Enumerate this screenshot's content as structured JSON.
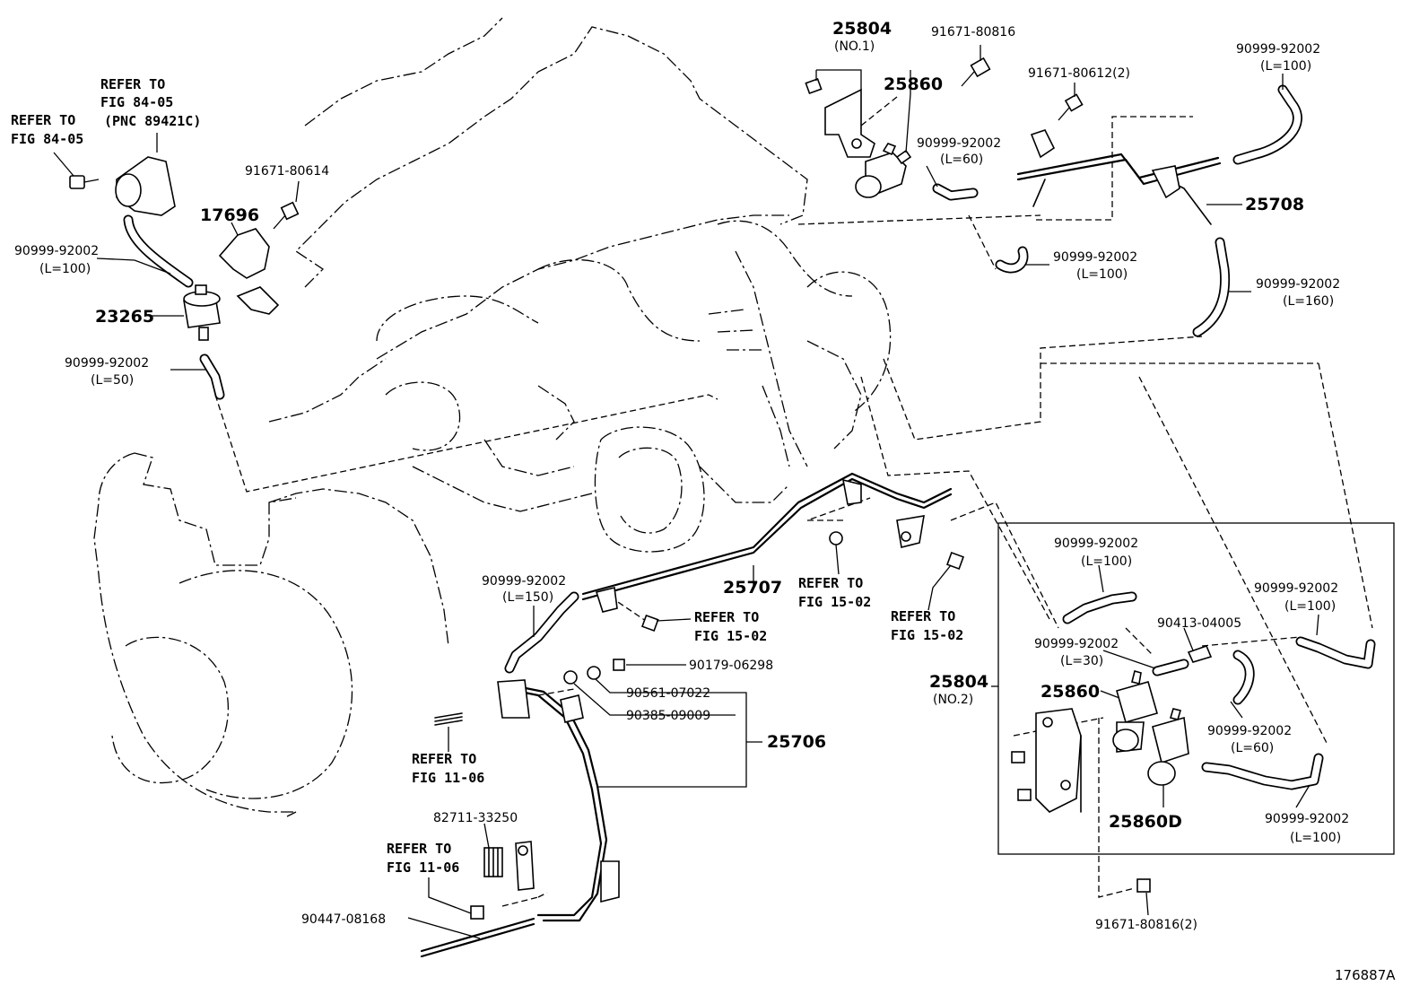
{
  "figure_id": "176887A",
  "labels": {
    "p25804_top": "25804",
    "p25804_top_sub": "(NO.1)",
    "p91671_80816_top": "91671-80816",
    "p91671_80612": "91671-80612(2)",
    "p90999_a": "90999-92002",
    "p90999_a_sub": "(L=100)",
    "p25860_top": "25860",
    "p90999_b": "90999-92002",
    "p90999_b_sub": "(L=60)",
    "p25708": "25708",
    "p90999_c": "90999-92002",
    "p90999_c_sub": "(L=100)",
    "p90999_d": "90999-92002",
    "p90999_d_sub": "(L=160)",
    "refer_84_05_a_1": "REFER TO",
    "refer_84_05_a_2": "FIG 84-05",
    "refer_84_05_a_3": "(PNC 89421C)",
    "refer_84_05_b_1": "REFER TO",
    "refer_84_05_b_2": "FIG 84-05",
    "p91671_80614": "91671-80614",
    "p17696": "17696",
    "p90999_e": "90999-92002",
    "p90999_e_sub": "(L=100)",
    "p23265": "23265",
    "p90999_f": "90999-92002",
    "p90999_f_sub": "(L=50)",
    "p90999_g": "90999-92002",
    "p90999_g_sub": "(L=150)",
    "p25707": "25707",
    "refer_15_02_a_1": "REFER TO",
    "refer_15_02_a_2": "FIG 15-02",
    "refer_15_02_b_1": "REFER TO",
    "refer_15_02_b_2": "FIG 15-02",
    "refer_15_02_c_1": "REFER TO",
    "refer_15_02_c_2": "FIG 15-02",
    "p90179": "90179-06298",
    "p90561": "90561-07022",
    "p90385": "90385-09009",
    "p25706": "25706",
    "refer_11_06_a_1": "REFER TO",
    "refer_11_06_a_2": "FIG 11-06",
    "p82711": "82711-33250",
    "refer_11_06_b_1": "REFER TO",
    "refer_11_06_b_2": "FIG 11-06",
    "p90447": "90447-08168",
    "p90999_h": "90999-92002",
    "p90999_h_sub": "(L=100)",
    "p90413": "90413-04005",
    "p90999_i": "90999-92002",
    "p90999_i_sub": "(L=30)",
    "p90999_j": "90999-92002",
    "p90999_j_sub": "(L=100)",
    "p25804_bot": "25804",
    "p25804_bot_sub": "(NO.2)",
    "p25860_bot": "25860",
    "p90999_k": "90999-92002",
    "p90999_k_sub": "(L=60)",
    "p25860D": "25860D",
    "p90999_l": "90999-92002",
    "p90999_l_sub": "(L=100)",
    "p91671_80816_bot": "91671-80816(2)"
  }
}
